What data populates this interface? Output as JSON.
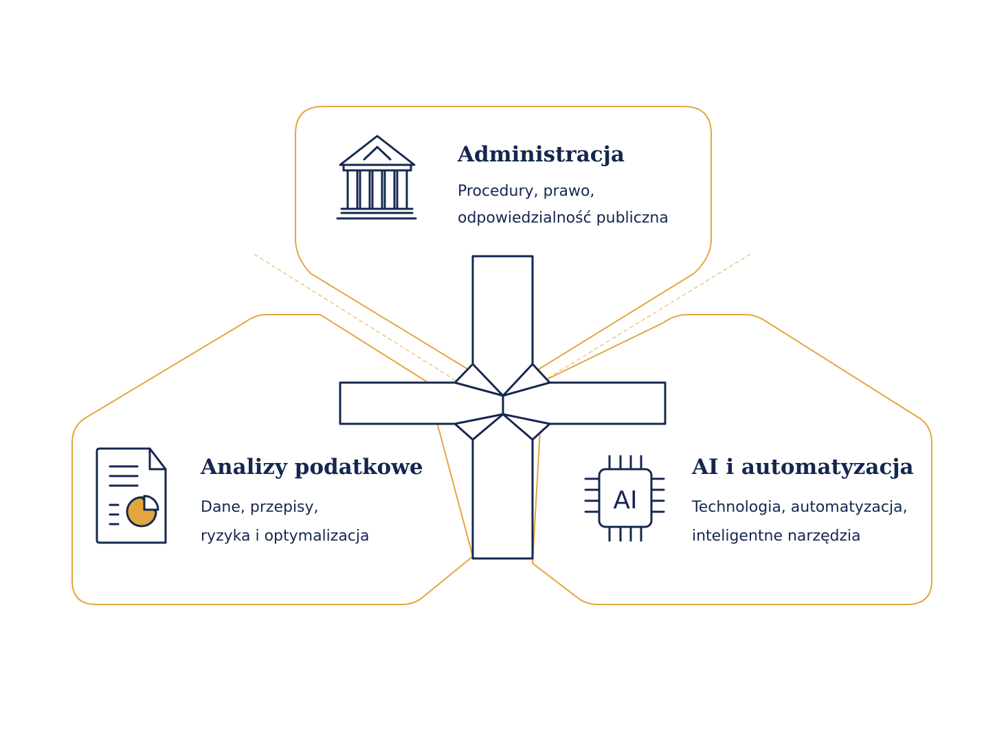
{
  "colors": {
    "accent": "#E3A63F",
    "navy": "#15274F",
    "background": "#ffffff"
  },
  "center": {
    "icon": "crossroads-icon"
  },
  "panels": {
    "top": {
      "icon": "government-building-icon",
      "title": "Administracja",
      "desc_line1": "Procedury, prawo,",
      "desc_line2": "odpowiedzialność publiczna"
    },
    "left": {
      "icon": "document-pie-chart-icon",
      "title": "Analizy podatkowe",
      "desc_line1": "Dane, przepisy,",
      "desc_line2": "ryzyka i optymalizacja"
    },
    "right": {
      "icon": "ai-chip-icon",
      "icon_label": "AI",
      "title": "AI i automatyzacja",
      "desc_line1": "Technologia, automatyzacja,",
      "desc_line2": "inteligentne narzędzia"
    }
  }
}
